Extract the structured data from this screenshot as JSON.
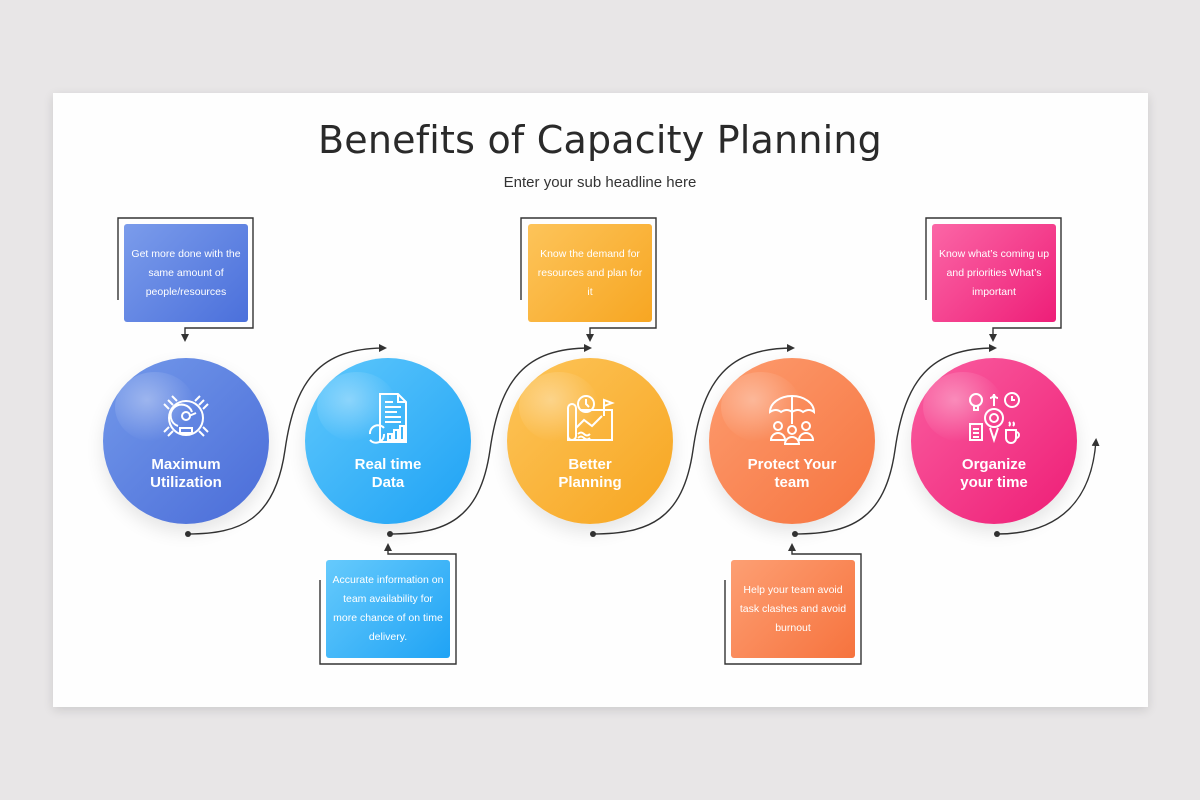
{
  "slide": {
    "title": "Benefits of Capacity Planning",
    "subtitle": "Enter your sub headline here"
  },
  "steps": [
    {
      "label_line1": "Maximum",
      "label_line2": "Utilization",
      "icon": "gauge-speedometer-icon",
      "description": "Get more done with the same amount of people/resources",
      "box_position": "top",
      "color_start": "#6f95e8",
      "color_end": "#4b6fd9"
    },
    {
      "label_line1": "Real time",
      "label_line2": "Data",
      "icon": "document-chart-refresh-icon",
      "description": "Accurate information on team availability for more chance of on time delivery.",
      "box_position": "bottom",
      "color_start": "#5cc5fb",
      "color_end": "#1fa3f5"
    },
    {
      "label_line1": "Better",
      "label_line2": "Planning",
      "icon": "map-plan-clock-flag-icon",
      "description": "Know the demand for resources and plan for it",
      "box_position": "top",
      "color_start": "#fcc452",
      "color_end": "#f7a823"
    },
    {
      "label_line1": "Protect Your",
      "label_line2": "team",
      "icon": "umbrella-team-icon",
      "description": "Help your team avoid task clashes and avoid burnout",
      "box_position": "bottom",
      "color_start": "#fc9a6b",
      "color_end": "#f7743f"
    },
    {
      "label_line1": "Organize",
      "label_line2": "your time",
      "icon": "productivity-gear-bulb-icon",
      "description": "Know what’s coming up and priorities What’s important",
      "box_position": "top",
      "color_start": "#f95a9e",
      "color_end": "#ef1f78"
    }
  ],
  "connector_color": "#333333"
}
